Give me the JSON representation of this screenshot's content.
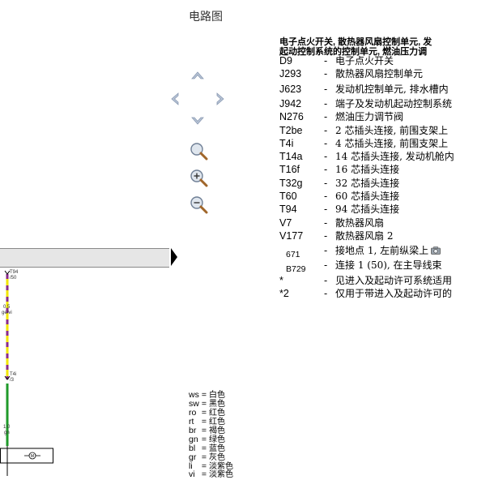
{
  "page": {
    "title": "电路图"
  },
  "navigation": {
    "up": "chevron-up-icon",
    "left": "chevron-left-icon",
    "right": "chevron-right-icon",
    "down": "chevron-down-icon",
    "zoom_fit": "magnifier-icon",
    "zoom_in": "zoom-in-icon",
    "zoom_out": "zoom-out-icon"
  },
  "legend": {
    "title_line1": "电子点火开关, 散热器风扇控制单元, 发",
    "title_line2": "起动控制系统的控制单元, 燃油压力调",
    "items": [
      {
        "code": "D9",
        "desc": "电子点火开关"
      },
      {
        "code": "J293",
        "desc": "散热器风扇控制单元"
      },
      {
        "code": "J623",
        "desc": "发动机控制单元, 排水槽内"
      },
      {
        "code": "J942",
        "desc": "端子及发动机起动控制系统"
      },
      {
        "code": "N276",
        "desc": "燃油压力调节阀"
      },
      {
        "code": "T2be",
        "desc": "2 芯插头连接, 前围支架上"
      },
      {
        "code": "T4i",
        "desc": "4 芯插头连接, 前围支架上"
      },
      {
        "code": "T14a",
        "desc": "14 芯插头连接, 发动机舱内"
      },
      {
        "code": "T16f",
        "desc": "16 芯插头连接"
      },
      {
        "code": "T32g",
        "desc": "32 芯插头连接"
      },
      {
        "code": "T60",
        "desc": "60 芯插头连接"
      },
      {
        "code": "T94",
        "desc": "94 芯插头连接"
      },
      {
        "code": "V7",
        "desc": "散热器风扇"
      },
      {
        "code": "V177",
        "desc": "散热器风扇 2"
      },
      {
        "code": "671",
        "desc": "接地点 1, 左前纵梁上"
      },
      {
        "code": "B729",
        "desc": "连接 1 (50), 在主导线束"
      },
      {
        "code": "*",
        "desc": "见进入及起动许可系统适用"
      },
      {
        "code": "*2",
        "desc": "仅用于带进入及起动许可的"
      }
    ]
  },
  "wire_colors": [
    {
      "code": "ws",
      "desc": "白色"
    },
    {
      "code": "sw",
      "desc": "黑色"
    },
    {
      "code": "ro",
      "desc": "红色"
    },
    {
      "code": "rt",
      "desc": "红色"
    },
    {
      "code": "br",
      "desc": "褐色"
    },
    {
      "code": "gn",
      "desc": "绿色"
    },
    {
      "code": "bl",
      "desc": "蓝色"
    },
    {
      "code": "gr",
      "desc": "灰色"
    },
    {
      "code": "li",
      "desc": "淡紫色"
    },
    {
      "code": "vi",
      "desc": "淡紫色"
    }
  ],
  "diagram": {
    "connector_top": "T94",
    "connector_top_pin": "/50",
    "wire1_gauge": "0.5",
    "wire1_color": "ge/vi",
    "connector_mid": "T4i",
    "connector_mid_pin": "/3",
    "wire2_gauge": "1.0",
    "wire2_color": "gn",
    "motor_symbol": "M",
    "wire_colors_hex": {
      "yellow": "#f2e600",
      "violet": "#8a2a8a",
      "green": "#1f9a2a"
    }
  }
}
